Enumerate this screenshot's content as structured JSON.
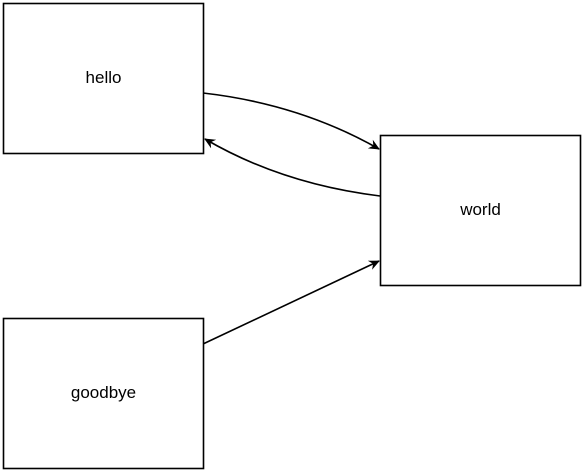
{
  "diagram": {
    "nodes": [
      {
        "id": "hello",
        "label": "hello"
      },
      {
        "id": "world",
        "label": "world"
      },
      {
        "id": "goodbye",
        "label": "goodbye"
      }
    ],
    "edges": [
      {
        "from": "hello",
        "to": "world"
      },
      {
        "from": "world",
        "to": "hello"
      },
      {
        "from": "goodbye",
        "to": "world"
      }
    ],
    "colors": {
      "stroke": "#000000",
      "fill": "#ffffff",
      "background": "#ffffff"
    }
  }
}
